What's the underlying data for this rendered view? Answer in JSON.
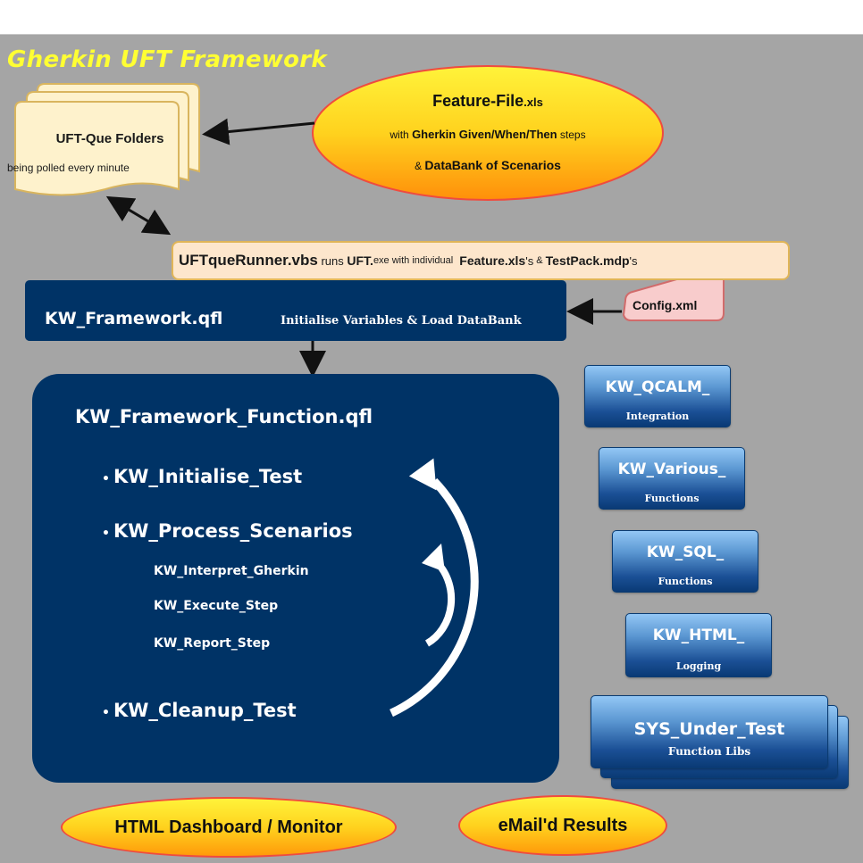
{
  "title": "Gherkin UFT Framework",
  "colors": {
    "canvas_bg": "#a5a5a5",
    "title": "#ffff33",
    "navy_box": "#003366",
    "folder_fill": "#fef2cc",
    "runner_fill": "#fde6cc",
    "config_fill": "#f8cccc",
    "ellipse_top": "#fff33a",
    "ellipse_bottom": "#ff9a0a",
    "ellipse_border": "#ef4b3f"
  },
  "que_folders": {
    "title": "UFT-Que Folders",
    "subtitle": "being polled every minute",
    "icon": "stacked-document-icon"
  },
  "feature_file": {
    "name_bold": "Feature-File",
    "name_ext": ".xls",
    "line2_pre": "with ",
    "line2_bold": "Gherkin Given/When/Then",
    "line2_post": " steps",
    "line3_pre": "& ",
    "line3_bold": "DataBank of Scenarios"
  },
  "runner": {
    "script": "UFTqueRunner.vbs",
    "runs": " runs ",
    "uft": "UFT.",
    "exe": "exe with individual ",
    "feature": "Feature.xls",
    "feature_suffix": "'s",
    "amp": " & ",
    "testpack": "TestPack.mdp",
    "testpack_suffix": "'s"
  },
  "config": {
    "label": "Config.xml"
  },
  "framework": {
    "title": "KW_Framework.qfl",
    "subtitle": "Initialise Variables & Load DataBank"
  },
  "framework_function": {
    "title": "KW_Framework_Function.qfl",
    "steps": [
      {
        "label": "KW_Initialise_Test",
        "bullet": "•"
      },
      {
        "label": "KW_Process_Scenarios",
        "bullet": "•"
      },
      {
        "label": "KW_Cleanup_Test",
        "bullet": "•"
      }
    ],
    "sub_steps": [
      "KW_Interpret_Gherkin",
      "KW_Execute_Step",
      "KW_Report_Step"
    ]
  },
  "libraries": [
    {
      "name": "KW_QCALM_",
      "sub": "Integration"
    },
    {
      "name": "KW_Various_",
      "sub": "Functions"
    },
    {
      "name": "KW_SQL_",
      "sub": "Functions"
    },
    {
      "name": "KW_HTML_",
      "sub": "Logging"
    },
    {
      "name": "SYS_Under_Test",
      "sub": "Function Libs",
      "stacked": true
    }
  ],
  "outputs": [
    {
      "label": "HTML Dashboard / Monitor"
    },
    {
      "label": "eMail'd Results"
    }
  ]
}
